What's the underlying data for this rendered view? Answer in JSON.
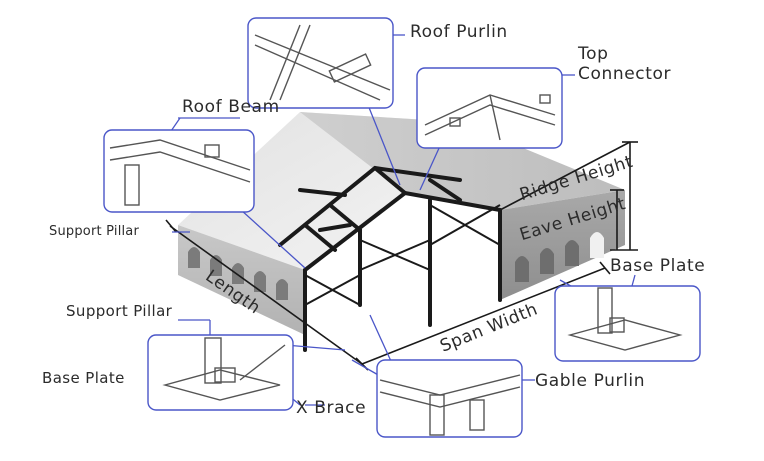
{
  "labels": {
    "roof_purlin": "Roof Purlin",
    "top_connector_1": "Top",
    "top_connector_2": "Connector",
    "roof_beam": "Roof Beam",
    "support_pillar_upper": "Support Pillar",
    "ridge_height": "Ridge Height",
    "eave_height": "Eave Height",
    "length": "Length",
    "span_width": "Span Width",
    "base_plate_right": "Base Plate",
    "support_pillar_lower": "Support Pillar",
    "base_plate_left": "Base Plate",
    "x_brace": "X Brace",
    "gable_purlin": "Gable Purlin"
  },
  "colors": {
    "callout_border": "#4a56c8",
    "leader_line": "#4a56c8",
    "frame": "#1a1a1a",
    "roof": "#d4d4d4",
    "wall": "#9a9a9a",
    "label_text": "#2b2b2b"
  }
}
